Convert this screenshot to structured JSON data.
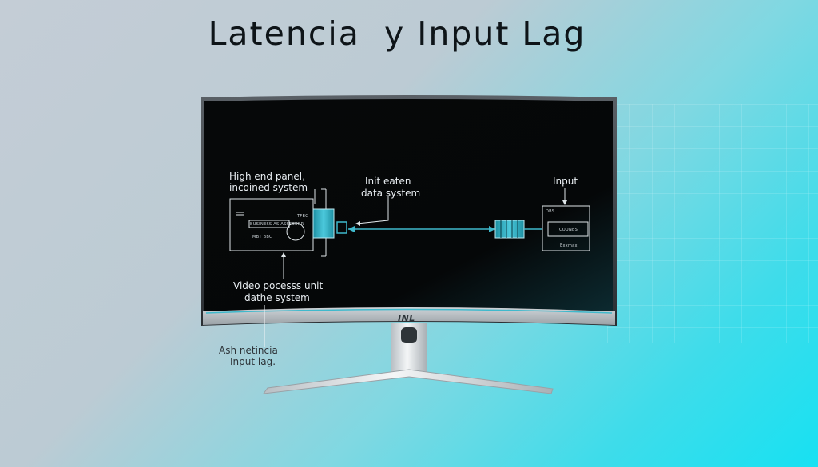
{
  "title": "Latencia  y Input Lag",
  "monitor": {
    "brand": "INL"
  },
  "diagram": {
    "label_high_end": "High end panel,",
    "label_incoined": "incoined system",
    "label_init": "Init eaten",
    "label_data_system": "data system",
    "label_input": "Input",
    "label_video_process": "Video pocesss unit",
    "label_dathe": "dathe system",
    "label_ash": "Ash netincia",
    "label_input_lag": "Input lag.",
    "tiny_left_top": "BUSINESS AS ASSESSOR",
    "tiny_left_bottom": "MBT BBC",
    "tiny_left_corner": "TFBC",
    "tiny_right_top": "DBS",
    "tiny_right_mid": "COUNBS",
    "tiny_right_bottom": "Exxmax"
  },
  "colors": {
    "accent": "#3fb9cc",
    "screen": "#050708",
    "title": "#0e1418"
  }
}
